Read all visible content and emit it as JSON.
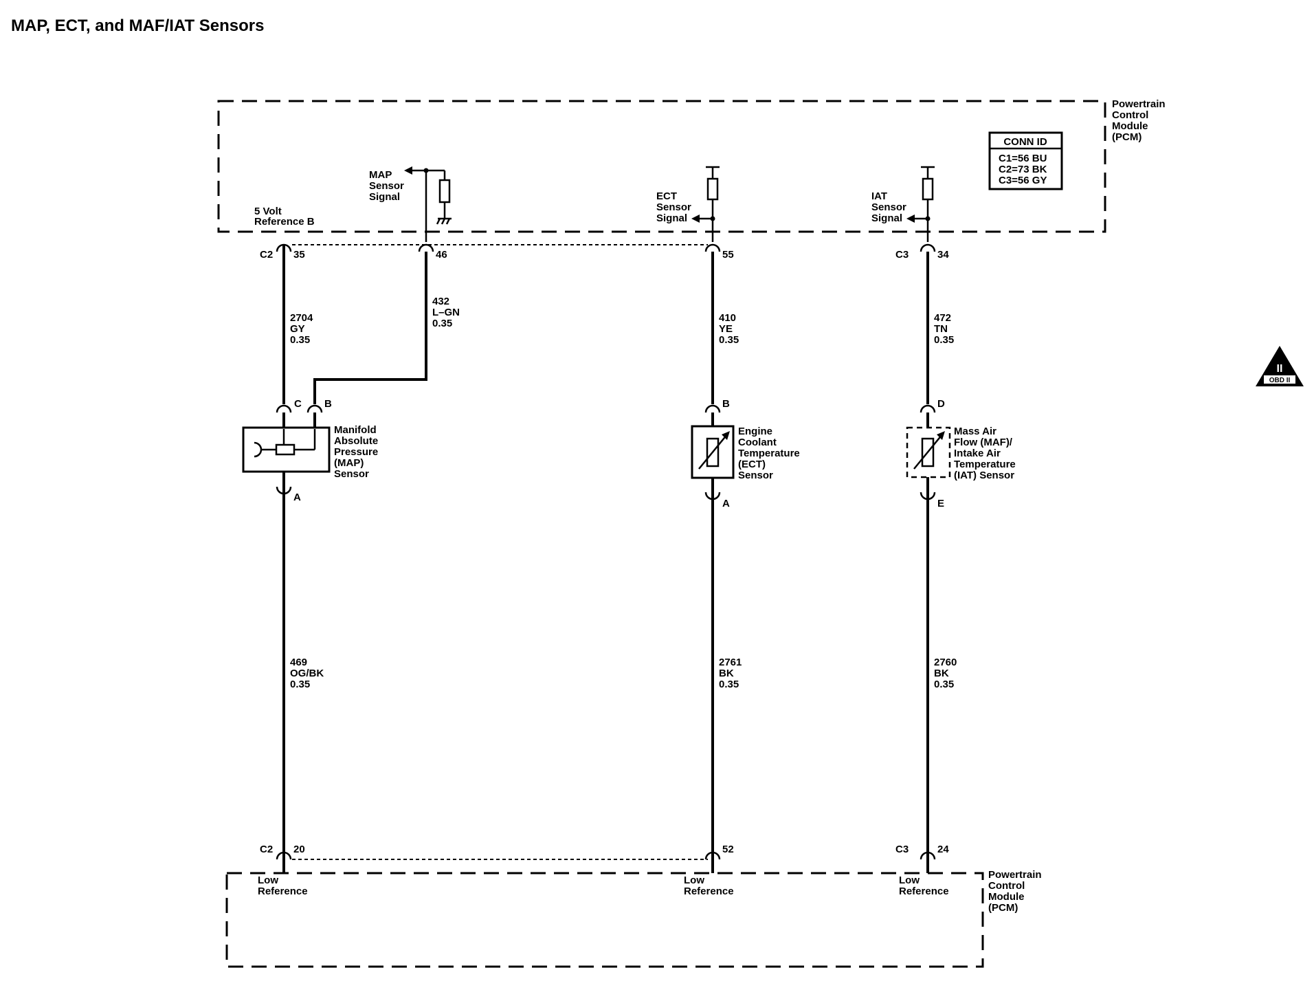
{
  "title": "MAP, ECT, and MAF/IAT Sensors",
  "pcm_top": {
    "label": [
      "Powertrain",
      "Control",
      "Module",
      "(PCM)"
    ]
  },
  "pcm_bottom": {
    "label": [
      "Powertrain",
      "Control",
      "Module",
      "(PCM)"
    ]
  },
  "conn_id": {
    "header": "CONN ID",
    "rows": [
      "C1=56 BU",
      "C2=73 BK",
      "C3=56 GY"
    ]
  },
  "signals": {
    "five_volt": [
      "5 Volt",
      "Reference B"
    ],
    "map": [
      "MAP",
      "Sensor",
      "Signal"
    ],
    "ect": [
      "ECT",
      "Sensor",
      "Signal"
    ],
    "iat": [
      "IAT",
      "Sensor",
      "Signal"
    ]
  },
  "top_connectors": {
    "c2_35": {
      "conn": "C2",
      "pin": "35"
    },
    "pin46": {
      "pin": "46"
    },
    "pin55": {
      "pin": "55"
    },
    "c3_34": {
      "conn": "C3",
      "pin": "34"
    }
  },
  "wires_upper": {
    "w2704": [
      "2704",
      "GY",
      "0.35"
    ],
    "w432": [
      "432",
      "L–GN",
      "0.35"
    ],
    "w410": [
      "410",
      "YE",
      "0.35"
    ],
    "w472": [
      "472",
      "TN",
      "0.35"
    ]
  },
  "sensors": {
    "map": {
      "name": [
        "Manifold",
        "Absolute",
        "Pressure",
        "(MAP)",
        "Sensor"
      ],
      "pin_c": "C",
      "pin_b": "B",
      "pin_a": "A"
    },
    "ect": {
      "name": [
        "Engine",
        "Coolant",
        "Temperature",
        "(ECT)",
        "Sensor"
      ],
      "pin_b": "B",
      "pin_a": "A"
    },
    "maf": {
      "name": [
        "Mass Air",
        "Flow (MAF)/",
        "Intake Air",
        "Temperature",
        "(IAT) Sensor"
      ],
      "pin_d": "D",
      "pin_e": "E"
    }
  },
  "wires_lower": {
    "w469": [
      "469",
      "OG/BK",
      "0.35"
    ],
    "w2761": [
      "2761",
      "BK",
      "0.35"
    ],
    "w2760": [
      "2760",
      "BK",
      "0.35"
    ]
  },
  "bottom_connectors": {
    "c2_20": {
      "conn": "C2",
      "pin": "20"
    },
    "pin52": {
      "pin": "52"
    },
    "c3_24": {
      "conn": "C3",
      "pin": "24"
    }
  },
  "low_refs": {
    "map": [
      "Low",
      "Reference"
    ],
    "ect": [
      "Low",
      "Reference"
    ],
    "iat": [
      "Low",
      "Reference"
    ]
  },
  "obd_badge": {
    "numeral": "II",
    "text": "OBD II"
  }
}
